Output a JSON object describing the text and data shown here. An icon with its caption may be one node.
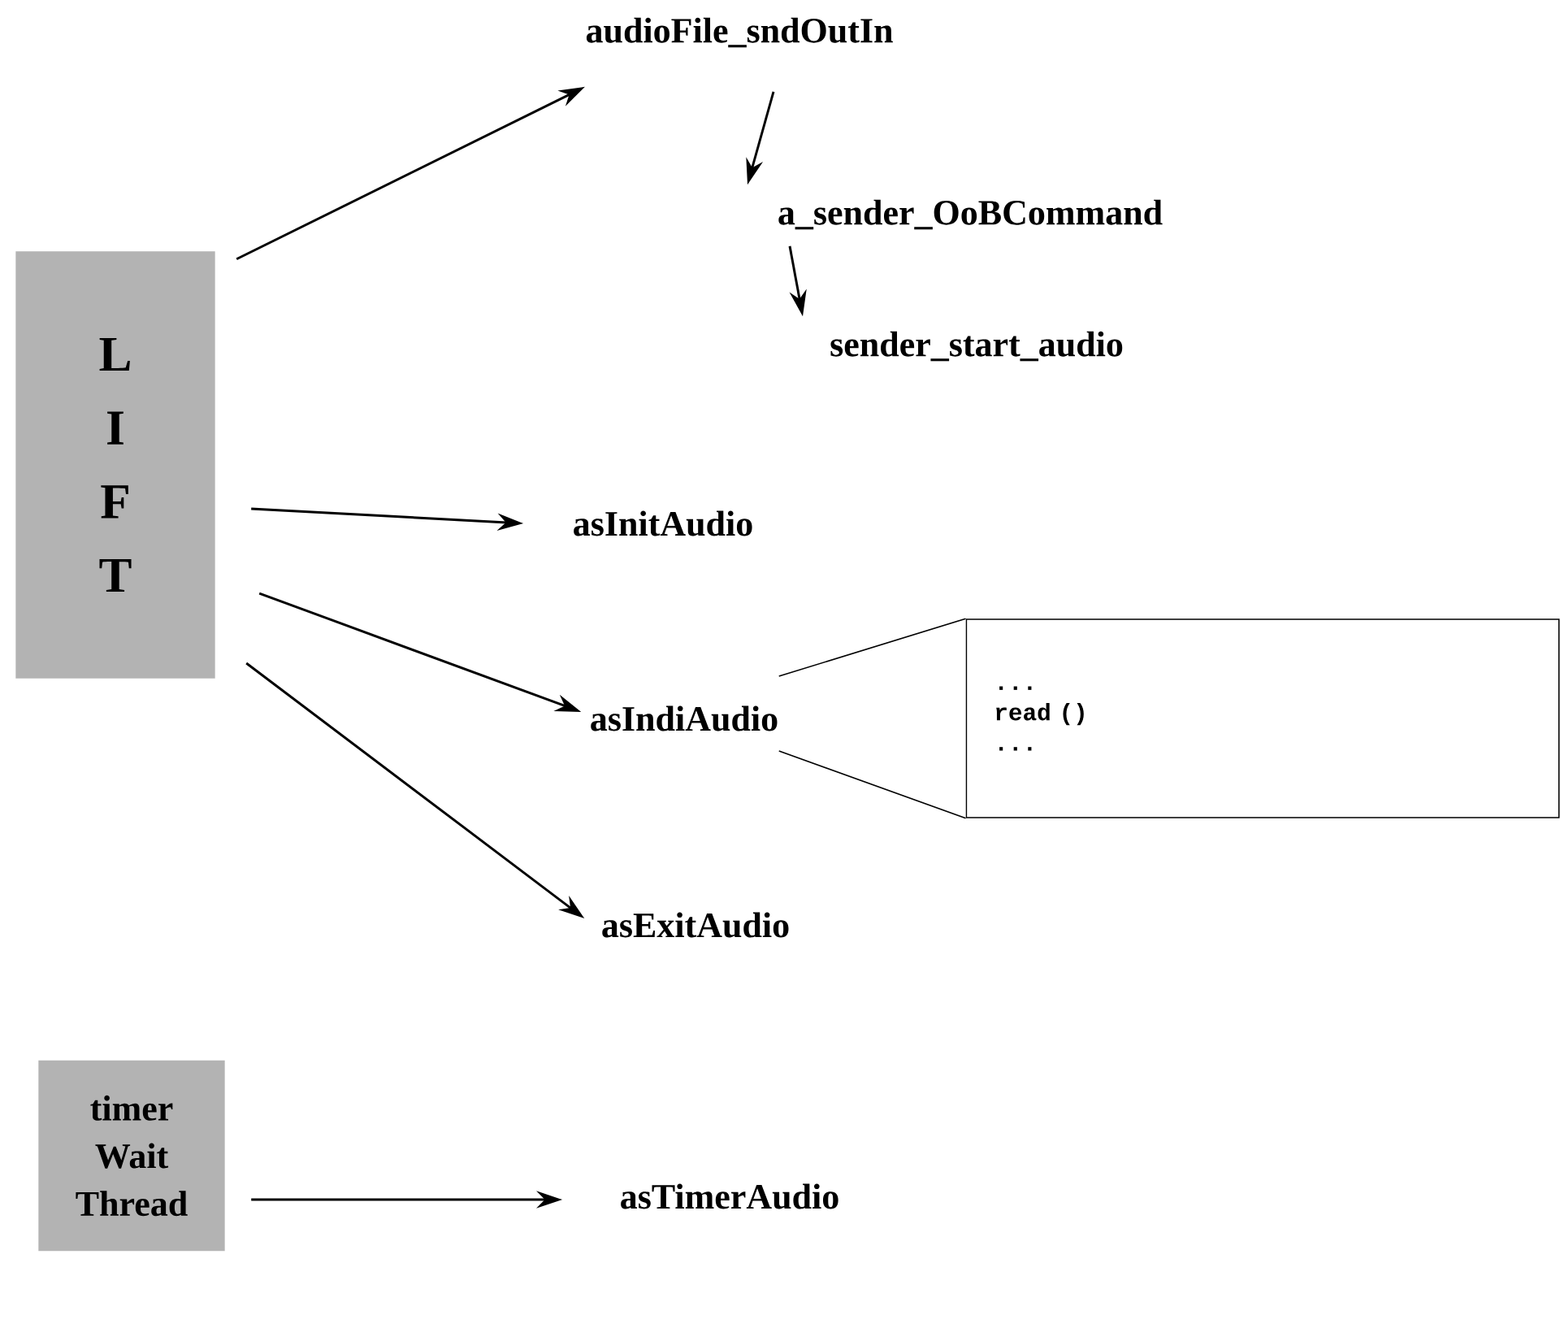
{
  "diagram": {
    "nodes": [
      {
        "text": [
          "L I F T"
        ]
      },
      {
        "text": [
          "audioFile_sndOutIn"
        ]
      },
      {
        "text": [
          "a_sender_OoBCommand"
        ]
      },
      {
        "text": [
          "sender_start_audio"
        ]
      },
      {
        "text": [
          "asInitAudio"
        ]
      },
      {
        "text": [
          "asIndiAudio"
        ]
      },
      {
        "text": [
          "...",
          "read ()",
          "..."
        ]
      },
      {
        "text": [
          "asExitAudio"
        ]
      },
      {
        "text": [
          "timer Wait Thread"
        ]
      },
      {
        "text": [
          "asTimerAudio"
        ]
      }
    ],
    "edges": [
      {
        "from": 0,
        "to": 1,
        "arrow": "to"
      },
      {
        "from": 1,
        "to": 2,
        "arrow": "to"
      },
      {
        "from": 2,
        "to": 3,
        "arrow": "to"
      },
      {
        "from": 0,
        "to": 4,
        "arrow": "to"
      },
      {
        "from": 0,
        "to": 5,
        "arrow": "to"
      },
      {
        "from": 5,
        "to": 6,
        "arrow": "none"
      },
      {
        "from": 0,
        "to": 7,
        "arrow": "to"
      },
      {
        "from": 8,
        "to": 9,
        "arrow": "to"
      }
    ]
  }
}
